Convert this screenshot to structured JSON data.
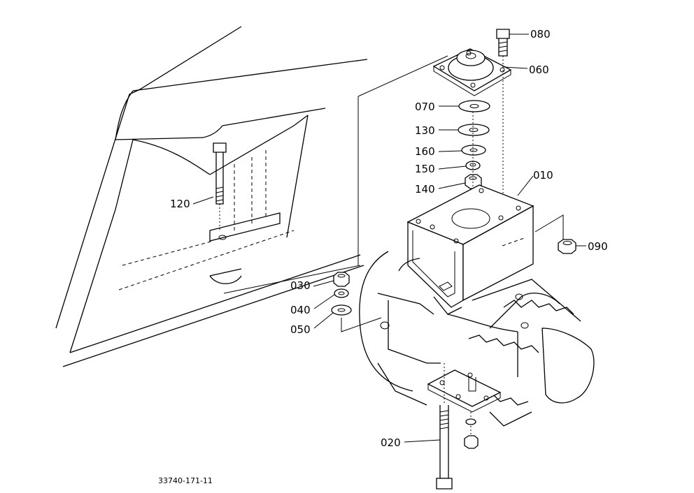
{
  "callouts": [
    {
      "id": "p080",
      "label": "080"
    },
    {
      "id": "p060",
      "label": "060"
    },
    {
      "id": "p070",
      "label": "070"
    },
    {
      "id": "p130",
      "label": "130"
    },
    {
      "id": "p160",
      "label": "160"
    },
    {
      "id": "p150",
      "label": "150"
    },
    {
      "id": "p140",
      "label": "140"
    },
    {
      "id": "p010",
      "label": "010"
    },
    {
      "id": "p090",
      "label": "090"
    },
    {
      "id": "p120",
      "label": "120"
    },
    {
      "id": "p030",
      "label": "030"
    },
    {
      "id": "p040",
      "label": "040"
    },
    {
      "id": "p050",
      "label": "050"
    },
    {
      "id": "p020",
      "label": "020"
    }
  ],
  "drawing_code": "33740-171-11"
}
